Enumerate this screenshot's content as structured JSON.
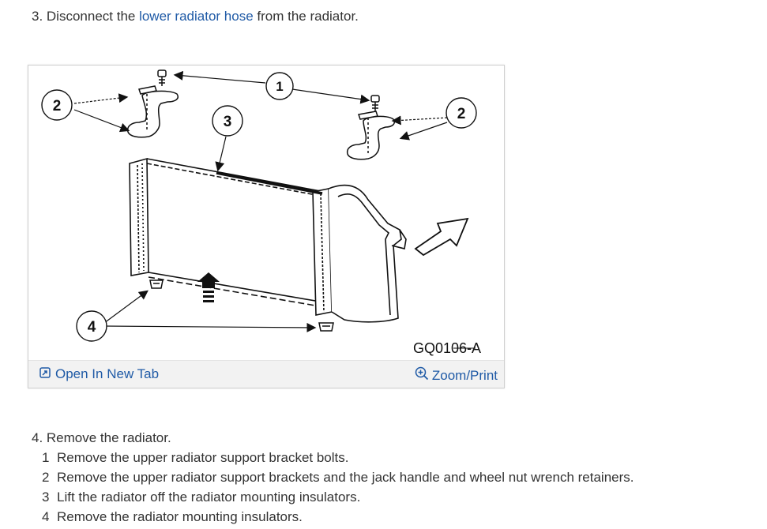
{
  "step3": {
    "prefix": "3. Disconnect the ",
    "link": "lower radiator hose",
    "suffix": " from the radiator."
  },
  "figure": {
    "code": "GQ0106-A",
    "callouts": [
      "1",
      "2",
      "2",
      "3",
      "4"
    ],
    "open_label": "Open In New Tab",
    "zoom_label": "Zoom/Print"
  },
  "step4": {
    "heading": "4. Remove the radiator.",
    "items": [
      {
        "num": "1",
        "text": "Remove the upper radiator support bracket bolts."
      },
      {
        "num": "2",
        "text": "Remove the upper radiator support brackets and the jack handle and wheel nut wrench retainers."
      },
      {
        "num": "3",
        "text": "Lift the radiator off the radiator mounting insulators."
      },
      {
        "num": "4",
        "text": "Remove the radiator mounting insulators."
      }
    ]
  }
}
